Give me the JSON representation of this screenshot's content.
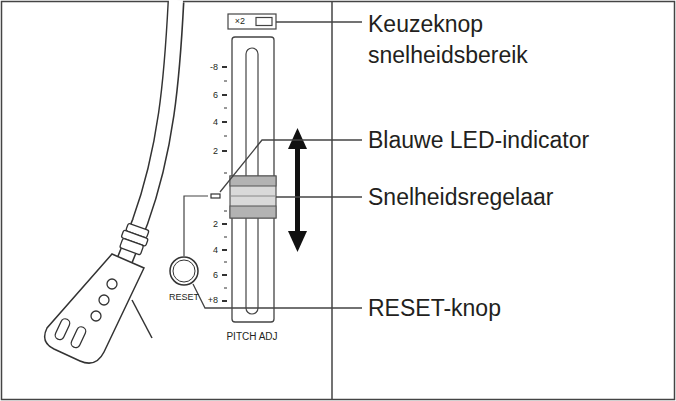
{
  "diagram": {
    "labels": [
      "×2",
      "Keuzeknop snelheidsbereik",
      "-8",
      "6",
      "4",
      "2",
      "Blauwe LED-indicator",
      "Snelheidsregelaar",
      "2",
      "4",
      "6",
      "+8",
      "RESET",
      "RESET-knop",
      "PITCH ADJ"
    ]
  }
}
